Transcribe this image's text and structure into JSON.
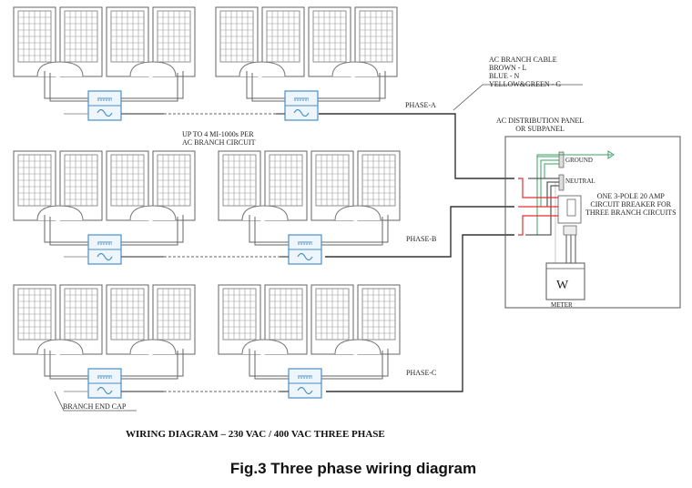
{
  "cable_legend": {
    "title": "AC BRANCH CABLE",
    "lines": [
      "BROWN - L",
      "BLUE - N",
      "YELLOW&GREEN - G"
    ]
  },
  "branch_note": [
    "UP TO 4 MI-1000s PER",
    "AC BRANCH CIRCUIT"
  ],
  "phases": [
    "PHASE-A",
    "PHASE-B",
    "PHASE-C"
  ],
  "panel": {
    "title": [
      "AC DISTRIBUTION PANEL",
      "OR SUBPANEL"
    ],
    "ground": "GROUND",
    "neutral": "NEUTRAL",
    "breaker": [
      "ONE 3-POLE 20 AMP",
      "CIRCUIT BREAKER FOR",
      "THREE BRANCH CIRCUITS"
    ],
    "meter_symbol": "W",
    "meter_label": "METER"
  },
  "end_cap": "BRANCH END CAP",
  "diagram_title": "WIRING DIAGRAM  –  230 VAC / 400 VAC THREE PHASE",
  "caption": "Fig.3 Three phase wiring diagram",
  "colors": {
    "line": "#4a4a4a",
    "red": "#e03030",
    "green": "#3aa060",
    "inverter": "#4a90c8"
  }
}
